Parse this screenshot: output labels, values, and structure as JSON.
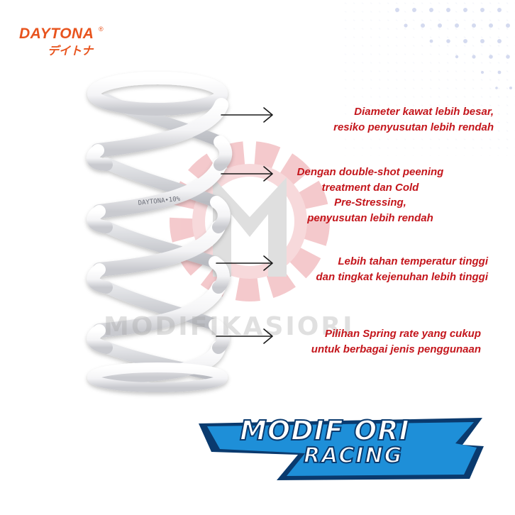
{
  "logo": {
    "brand": "DAYTONA",
    "registered": "®",
    "katakana": "デイトナ"
  },
  "spring": {
    "imprint": "DAYTONA•10%"
  },
  "watermark": {
    "text": "MODIFIKASIORI"
  },
  "callouts": [
    {
      "lines": [
        "Diameter kawat lebih besar,",
        "resiko penyusutan lebih rendah"
      ]
    },
    {
      "lines": [
        "Dengan double-shot peening",
        "treatment dan Cold",
        "Pre-Stressing,",
        "penyusutan lebih rendah"
      ]
    },
    {
      "lines": [
        "Lebih tahan temperatur tinggi",
        "dan tingkat kejenuhan lebih tinggi"
      ]
    },
    {
      "lines": [
        "Pilihan Spring rate yang cukup",
        "untuk berbagai jenis penggunaan"
      ]
    }
  ],
  "brand": {
    "line1": "MODIF ORI",
    "line2": "RACING"
  },
  "colors": {
    "accent_red": "#c4161c",
    "logo_orange": "#e8541e",
    "brand_blue": "#1e8fd8",
    "brand_navy": "#0a3a6e"
  }
}
